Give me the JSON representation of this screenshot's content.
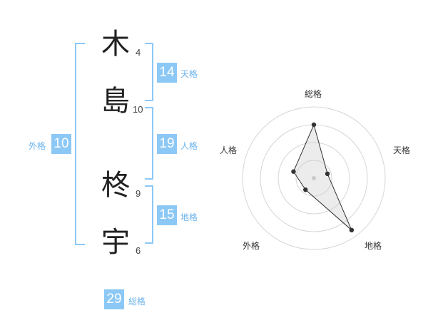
{
  "name": {
    "chars": [
      {
        "char": "木",
        "strokes": "4"
      },
      {
        "char": "島",
        "strokes": "10"
      },
      {
        "char": "柊",
        "strokes": "9"
      },
      {
        "char": "宇",
        "strokes": "6"
      }
    ]
  },
  "kaku": {
    "tenkaku": {
      "value": "14",
      "label": "天格"
    },
    "jinkaku": {
      "value": "19",
      "label": "人格"
    },
    "chikaku": {
      "value": "15",
      "label": "地格"
    },
    "gaikaku": {
      "value": "10",
      "label": "外格"
    },
    "soukaku": {
      "value": "29",
      "label": "総格"
    }
  },
  "colors": {
    "accent": "#8cc8f5",
    "accent_text": "#6ab3ec",
    "polygon_stroke": "#333333"
  },
  "chart_data": {
    "type": "radar",
    "axes": [
      "総格",
      "天格",
      "地格",
      "外格",
      "人格"
    ],
    "values": [
      0.75,
      0.2,
      0.9,
      0.2,
      0.3
    ],
    "rings": 4,
    "grid": true
  }
}
